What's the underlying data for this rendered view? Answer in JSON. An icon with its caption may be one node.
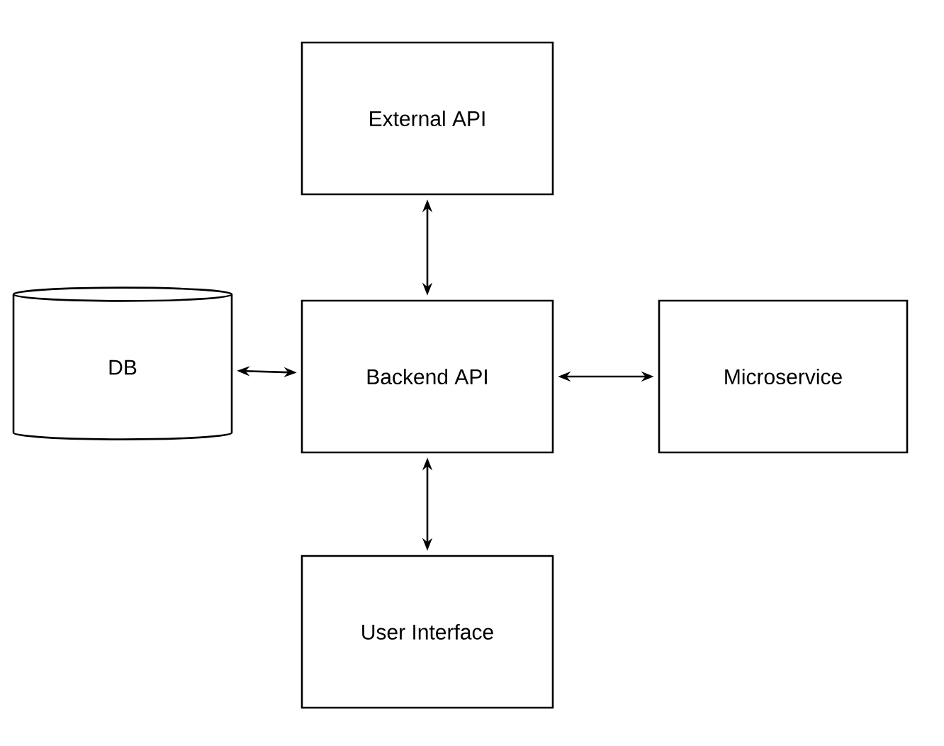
{
  "diagram": {
    "nodes": [
      {
        "text": [
          "External API"
        ]
      },
      {
        "text": [
          "DB"
        ]
      },
      {
        "text": [
          "Backend API"
        ]
      },
      {
        "text": [
          "Microservice"
        ]
      },
      {
        "text": [
          "User Interface"
        ]
      }
    ],
    "edges": [
      {
        "from": 0,
        "to": 2,
        "arrow": "both"
      },
      {
        "from": 1,
        "to": 2,
        "arrow": "both"
      },
      {
        "from": 2,
        "to": 3,
        "arrow": "both"
      },
      {
        "from": 2,
        "to": 4,
        "arrow": "both"
      }
    ]
  }
}
